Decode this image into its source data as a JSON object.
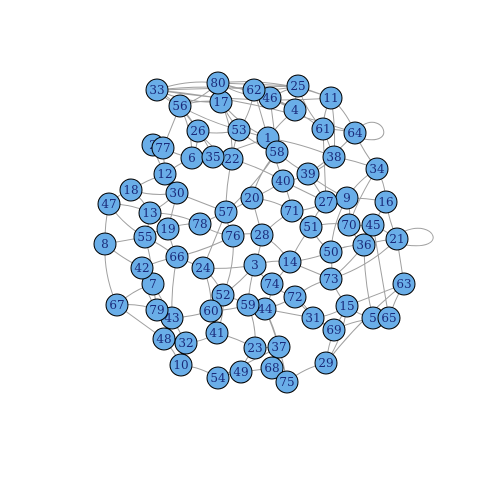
{
  "graph": {
    "colors": {
      "node_fill": "#6aaee8",
      "node_stroke": "#000000",
      "edge": "#a0a0a0",
      "label": "#1a2a7a"
    },
    "node_labels": [
      "1",
      "2",
      "3",
      "4",
      "5",
      "6",
      "7",
      "8",
      "9",
      "10",
      "11",
      "12",
      "13",
      "14",
      "15",
      "16",
      "17",
      "18",
      "19",
      "20",
      "21",
      "22",
      "23",
      "24",
      "25",
      "26",
      "27",
      "28",
      "29",
      "30",
      "31",
      "32",
      "33",
      "34",
      "35",
      "36",
      "37",
      "38",
      "39",
      "40",
      "41",
      "42",
      "43",
      "44",
      "45",
      "46",
      "47",
      "48",
      "49",
      "50",
      "51",
      "52",
      "53",
      "54",
      "55",
      "56",
      "57",
      "58",
      "59",
      "60",
      "61",
      "62",
      "63",
      "64",
      "65",
      "66",
      "67",
      "68",
      "69",
      "70",
      "71",
      "72",
      "73",
      "74",
      "75",
      "76",
      "77",
      "78",
      "79",
      "80"
    ],
    "edges": [
      [
        "33",
        "80"
      ],
      [
        "33",
        "62"
      ],
      [
        "33",
        "25"
      ],
      [
        "33",
        "11"
      ],
      [
        "33",
        "56"
      ],
      [
        "33",
        "26"
      ],
      [
        "33",
        "64"
      ],
      [
        "80",
        "17"
      ],
      [
        "80",
        "62"
      ],
      [
        "80",
        "46"
      ],
      [
        "80",
        "11"
      ],
      [
        "80",
        "4"
      ],
      [
        "80",
        "25"
      ],
      [
        "62",
        "25"
      ],
      [
        "62",
        "46"
      ],
      [
        "62",
        "53"
      ],
      [
        "62",
        "4"
      ],
      [
        "25",
        "11"
      ],
      [
        "25",
        "46"
      ],
      [
        "25",
        "61"
      ],
      [
        "56",
        "17"
      ],
      [
        "56",
        "26"
      ],
      [
        "56",
        "77"
      ],
      [
        "56",
        "53"
      ],
      [
        "17",
        "1"
      ],
      [
        "17",
        "22"
      ],
      [
        "46",
        "4"
      ],
      [
        "4",
        "61"
      ],
      [
        "4",
        "1"
      ],
      [
        "11",
        "61"
      ],
      [
        "11",
        "64"
      ],
      [
        "61",
        "64"
      ],
      [
        "61",
        "38"
      ],
      [
        "64",
        "34"
      ],
      [
        "26",
        "53"
      ],
      [
        "26",
        "6"
      ],
      [
        "26",
        "35"
      ],
      [
        "53",
        "1"
      ],
      [
        "53",
        "22"
      ],
      [
        "53",
        "58"
      ],
      [
        "1",
        "58"
      ],
      [
        "1",
        "38"
      ],
      [
        "1",
        "40"
      ],
      [
        "58",
        "39"
      ],
      [
        "58",
        "20"
      ],
      [
        "38",
        "39"
      ],
      [
        "38",
        "34"
      ],
      [
        "39",
        "27"
      ],
      [
        "39",
        "9"
      ],
      [
        "34",
        "9"
      ],
      [
        "34",
        "16"
      ],
      [
        "2",
        "77"
      ],
      [
        "77",
        "12"
      ],
      [
        "77",
        "6"
      ],
      [
        "6",
        "35"
      ],
      [
        "35",
        "22"
      ],
      [
        "22",
        "40"
      ],
      [
        "12",
        "30"
      ],
      [
        "12",
        "18"
      ],
      [
        "18",
        "47"
      ],
      [
        "18",
        "13"
      ],
      [
        "30",
        "13"
      ],
      [
        "30",
        "57"
      ],
      [
        "47",
        "8"
      ],
      [
        "47",
        "55"
      ],
      [
        "13",
        "19"
      ],
      [
        "13",
        "55"
      ],
      [
        "8",
        "55"
      ],
      [
        "8",
        "42"
      ],
      [
        "19",
        "55"
      ],
      [
        "19",
        "78"
      ],
      [
        "55",
        "66"
      ],
      [
        "78",
        "57"
      ],
      [
        "57",
        "20"
      ],
      [
        "57",
        "76"
      ],
      [
        "20",
        "71"
      ],
      [
        "40",
        "71"
      ],
      [
        "40",
        "27"
      ],
      [
        "27",
        "9"
      ],
      [
        "27",
        "51"
      ],
      [
        "9",
        "70"
      ],
      [
        "9",
        "16"
      ],
      [
        "16",
        "45"
      ],
      [
        "70",
        "45"
      ],
      [
        "70",
        "36"
      ],
      [
        "45",
        "36"
      ],
      [
        "45",
        "21"
      ],
      [
        "21",
        "63"
      ],
      [
        "21",
        "36"
      ],
      [
        "36",
        "50"
      ],
      [
        "50",
        "51"
      ],
      [
        "50",
        "73"
      ],
      [
        "71",
        "51"
      ],
      [
        "71",
        "28"
      ],
      [
        "28",
        "76"
      ],
      [
        "28",
        "14"
      ],
      [
        "76",
        "66"
      ],
      [
        "66",
        "24"
      ],
      [
        "24",
        "3"
      ],
      [
        "3",
        "74"
      ],
      [
        "3",
        "14"
      ],
      [
        "14",
        "74"
      ],
      [
        "14",
        "73"
      ],
      [
        "73",
        "15"
      ],
      [
        "15",
        "5"
      ],
      [
        "5",
        "65"
      ],
      [
        "65",
        "63"
      ],
      [
        "15",
        "69"
      ],
      [
        "69",
        "31"
      ],
      [
        "31",
        "72"
      ],
      [
        "72",
        "74"
      ],
      [
        "72",
        "44"
      ],
      [
        "44",
        "59"
      ],
      [
        "59",
        "52"
      ],
      [
        "52",
        "60"
      ],
      [
        "60",
        "41"
      ],
      [
        "41",
        "23"
      ],
      [
        "23",
        "37"
      ],
      [
        "37",
        "68"
      ],
      [
        "68",
        "75"
      ],
      [
        "75",
        "29"
      ],
      [
        "29",
        "69"
      ],
      [
        "68",
        "49"
      ],
      [
        "49",
        "54"
      ],
      [
        "54",
        "10"
      ],
      [
        "10",
        "32"
      ],
      [
        "32",
        "48"
      ],
      [
        "48",
        "43"
      ],
      [
        "43",
        "79"
      ],
      [
        "79",
        "67"
      ],
      [
        "67",
        "7"
      ],
      [
        "7",
        "42"
      ],
      [
        "79",
        "7"
      ],
      [
        "43",
        "60"
      ],
      [
        "52",
        "24"
      ],
      [
        "41",
        "32"
      ],
      [
        "59",
        "3"
      ],
      [
        "44",
        "31"
      ],
      [
        "37",
        "44"
      ],
      [
        "23",
        "59"
      ],
      [
        "49",
        "23"
      ],
      [
        "12",
        "6"
      ],
      [
        "30",
        "19"
      ],
      [
        "66",
        "43"
      ],
      [
        "42",
        "79"
      ],
      [
        "76",
        "52"
      ],
      [
        "28",
        "3"
      ],
      [
        "20",
        "28"
      ],
      [
        "51",
        "14"
      ],
      [
        "73",
        "72"
      ],
      [
        "15",
        "31"
      ],
      [
        "50",
        "14"
      ],
      [
        "63",
        "15"
      ],
      [
        "16",
        "21"
      ],
      [
        "70",
        "51"
      ],
      [
        "39",
        "40"
      ],
      [
        "58",
        "57"
      ],
      [
        "35",
        "1"
      ],
      [
        "22",
        "57"
      ],
      [
        "78",
        "76"
      ],
      [
        "24",
        "60"
      ],
      [
        "48",
        "10"
      ],
      [
        "54",
        "37"
      ],
      [
        "75",
        "44"
      ],
      [
        "29",
        "15"
      ],
      [
        "69",
        "72"
      ],
      [
        "5",
        "36"
      ],
      [
        "65",
        "45"
      ],
      [
        "2",
        "12"
      ],
      [
        "18",
        "30"
      ],
      [
        "13",
        "78"
      ],
      [
        "55",
        "7"
      ],
      [
        "67",
        "48"
      ],
      [
        "60",
        "59"
      ],
      [
        "41",
        "52"
      ],
      [
        "74",
        "44"
      ],
      [
        "3",
        "52"
      ],
      [
        "62",
        "1"
      ],
      [
        "17",
        "53"
      ],
      [
        "26",
        "22"
      ],
      [
        "56",
        "6"
      ],
      [
        "11",
        "38"
      ],
      [
        "46",
        "58"
      ],
      [
        "25",
        "4"
      ],
      [
        "33",
        "17"
      ],
      [
        "80",
        "56"
      ],
      [
        "64",
        "39"
      ],
      [
        "61",
        "27"
      ],
      [
        "34",
        "70"
      ],
      [
        "9",
        "50"
      ],
      [
        "27",
        "71"
      ],
      [
        "40",
        "20"
      ],
      [
        "57",
        "24"
      ],
      [
        "19",
        "66"
      ],
      [
        "8",
        "67"
      ],
      [
        "47",
        "13"
      ],
      [
        "42",
        "66"
      ],
      [
        "7",
        "32"
      ],
      [
        "63",
        "29"
      ],
      [
        "65",
        "69"
      ],
      [
        "21",
        "73"
      ],
      [
        "36",
        "73"
      ]
    ]
  }
}
